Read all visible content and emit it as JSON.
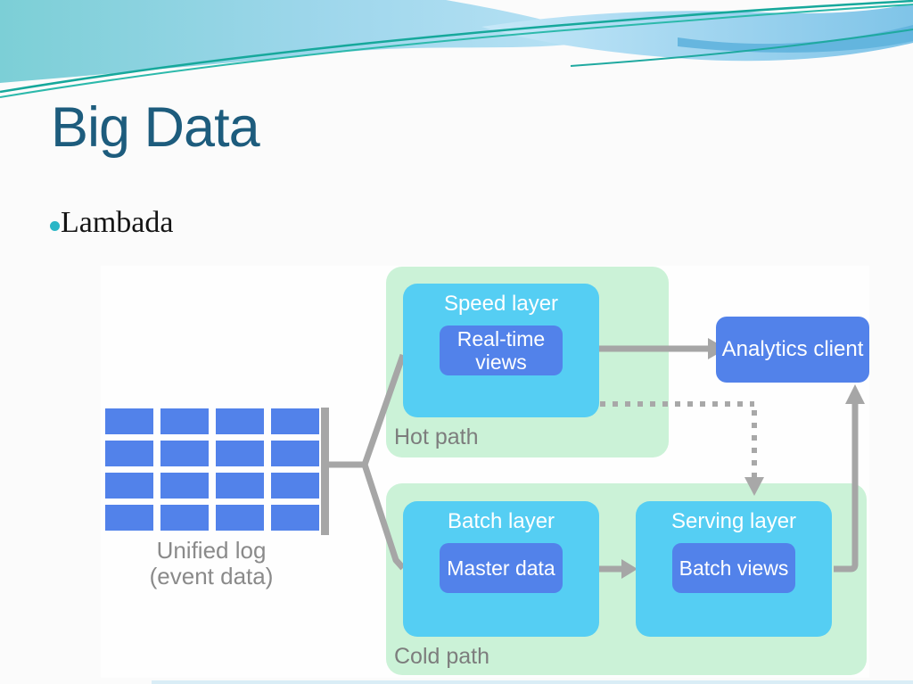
{
  "slide": {
    "title": "Big Data",
    "bullet_text": "Lambada"
  },
  "diagram": {
    "unified_log": {
      "line1": "Unified log",
      "line2": "(event data)"
    },
    "hot_path": {
      "label": "Hot path",
      "speed_layer_title": "Speed layer",
      "real_time_views_label": "Real-time views"
    },
    "analytics_client_label": "Analytics client",
    "cold_path": {
      "label": "Cold path",
      "batch_layer_title": "Batch layer",
      "master_data_label": "Master data",
      "serving_layer_title": "Serving layer",
      "batch_views_label": "Batch views"
    }
  },
  "colors": {
    "title_teal": "#1d5c7d",
    "bullet_teal": "#2ab6c6",
    "box_cyan": "#55cef3",
    "box_blue": "#5282ea",
    "panel_green": "#cbf2d7",
    "connector_gray": "#a6a6a6",
    "label_gray": "#7d7d7d"
  }
}
